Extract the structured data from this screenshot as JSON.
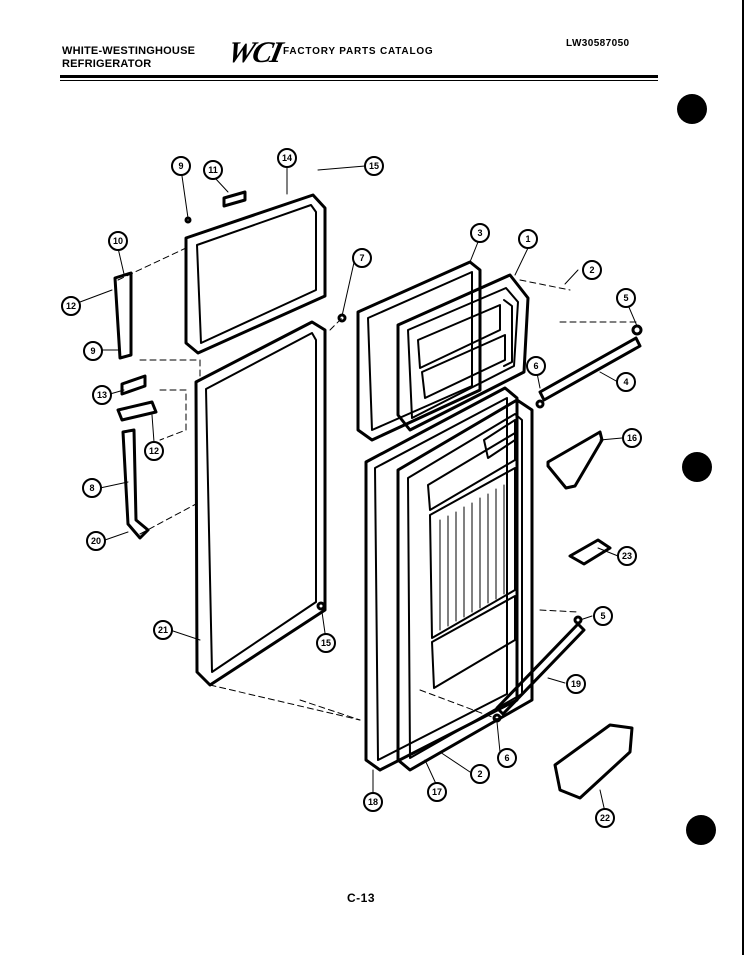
{
  "header": {
    "brand_line1": "WHITE-WESTINGHOUSE",
    "brand_line2": "REFRIGERATOR",
    "logo": "WCI",
    "catalog_title": "FACTORY PARTS CATALOG",
    "catalog_code": "LW30587050"
  },
  "page_number": "C-13",
  "callouts": {
    "c1": "1",
    "c2a": "2",
    "c2b": "2",
    "c3": "3",
    "c4": "4",
    "c5a": "5",
    "c5b": "5",
    "c6a": "6",
    "c6b": "6",
    "c7": "7",
    "c8": "8",
    "c9a": "9",
    "c9b": "9",
    "c10": "10",
    "c11": "11",
    "c12a": "12",
    "c12b": "12",
    "c13": "13",
    "c14": "14",
    "c15a": "15",
    "c15b": "15",
    "c16": "16",
    "c17": "17",
    "c18": "18",
    "c19": "19",
    "c20": "20",
    "c21": "21",
    "c22": "22",
    "c23": "23"
  }
}
